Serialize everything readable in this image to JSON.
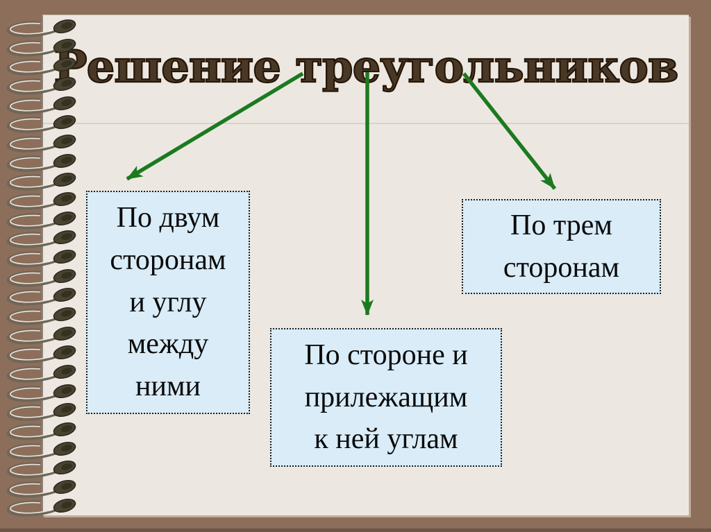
{
  "slide": {
    "title": "Решение треугольников",
    "cases": [
      {
        "id": "two-sides-and-angle",
        "label": "По двум\nсторонам\nи углу\nмежду\nними"
      },
      {
        "id": "side-and-two-angles",
        "label": "По стороне и\nприлежащим\nк ней углам"
      },
      {
        "id": "three-sides",
        "label": "По трем\nсторонам"
      }
    ],
    "colors": {
      "frame_brown": "#8C6E5A",
      "page_cream": "#ECE8E1",
      "box_fill_blue": "#D9ECF8",
      "box_border": "#1B1B1B",
      "arrow_green": "#1B7A20",
      "title_brown": "#3A2A18",
      "divider_gray": "#D6D2CA"
    }
  }
}
